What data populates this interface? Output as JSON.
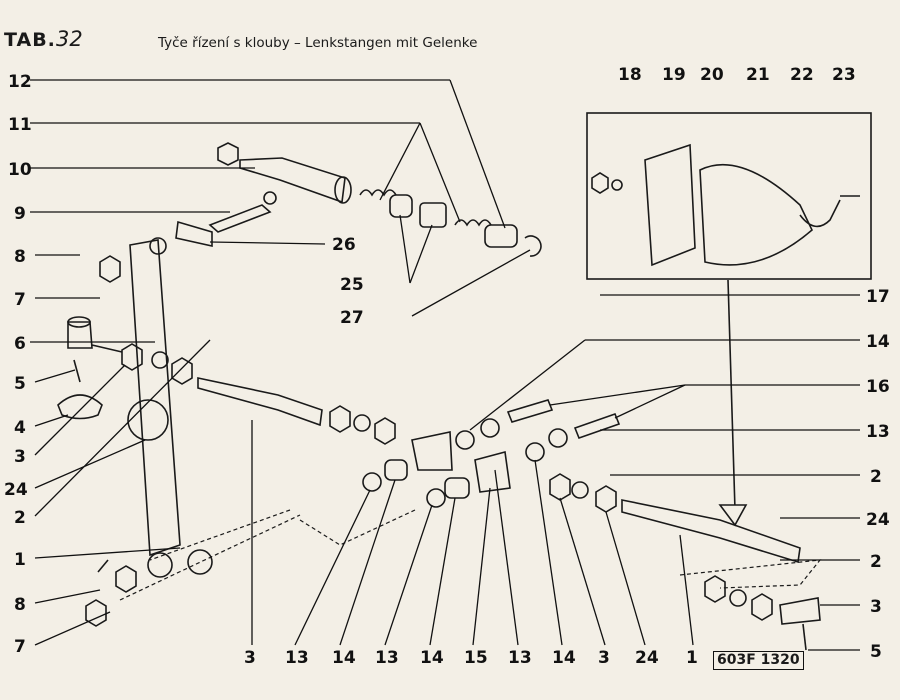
{
  "header": {
    "tab_label": "TAB.",
    "tab_number": "32",
    "caption": "Tyče řízení s klouby – Lenkstangen mit Gelenke"
  },
  "stamp": "603F 1320",
  "callouts": [
    {
      "id": "c12",
      "text": "12"
    },
    {
      "id": "c11",
      "text": "11"
    },
    {
      "id": "c10",
      "text": "10"
    },
    {
      "id": "c9",
      "text": "9"
    },
    {
      "id": "c8a",
      "text": "8"
    },
    {
      "id": "c7a",
      "text": "7"
    },
    {
      "id": "c6",
      "text": "6"
    },
    {
      "id": "c5a",
      "text": "5"
    },
    {
      "id": "c4",
      "text": "4"
    },
    {
      "id": "c3a",
      "text": "3"
    },
    {
      "id": "c24a",
      "text": "24"
    },
    {
      "id": "c2a",
      "text": "2"
    },
    {
      "id": "c1a",
      "text": "1"
    },
    {
      "id": "c8b",
      "text": "8"
    },
    {
      "id": "c7b",
      "text": "7"
    },
    {
      "id": "c26",
      "text": "26"
    },
    {
      "id": "c25",
      "text": "25"
    },
    {
      "id": "c27",
      "text": "27"
    },
    {
      "id": "c18",
      "text": "18"
    },
    {
      "id": "c19",
      "text": "19"
    },
    {
      "id": "c20",
      "text": "20"
    },
    {
      "id": "c21",
      "text": "21"
    },
    {
      "id": "c22",
      "text": "22"
    },
    {
      "id": "c23",
      "text": "23"
    },
    {
      "id": "c17",
      "text": "17"
    },
    {
      "id": "c14r",
      "text": "14"
    },
    {
      "id": "c16",
      "text": "16"
    },
    {
      "id": "c13r",
      "text": "13"
    },
    {
      "id": "c2r",
      "text": "2"
    },
    {
      "id": "c24r",
      "text": "24"
    },
    {
      "id": "c2r2",
      "text": "2"
    },
    {
      "id": "c3r",
      "text": "3"
    },
    {
      "id": "c5r",
      "text": "5"
    },
    {
      "id": "b3a",
      "text": "3"
    },
    {
      "id": "b13a",
      "text": "13"
    },
    {
      "id": "b14a",
      "text": "14"
    },
    {
      "id": "b13b",
      "text": "13"
    },
    {
      "id": "b14b",
      "text": "14"
    },
    {
      "id": "b15",
      "text": "15"
    },
    {
      "id": "b13c",
      "text": "13"
    },
    {
      "id": "b14c",
      "text": "14"
    },
    {
      "id": "b3b",
      "text": "3"
    },
    {
      "id": "b24",
      "text": "24"
    },
    {
      "id": "b1",
      "text": "1"
    }
  ]
}
